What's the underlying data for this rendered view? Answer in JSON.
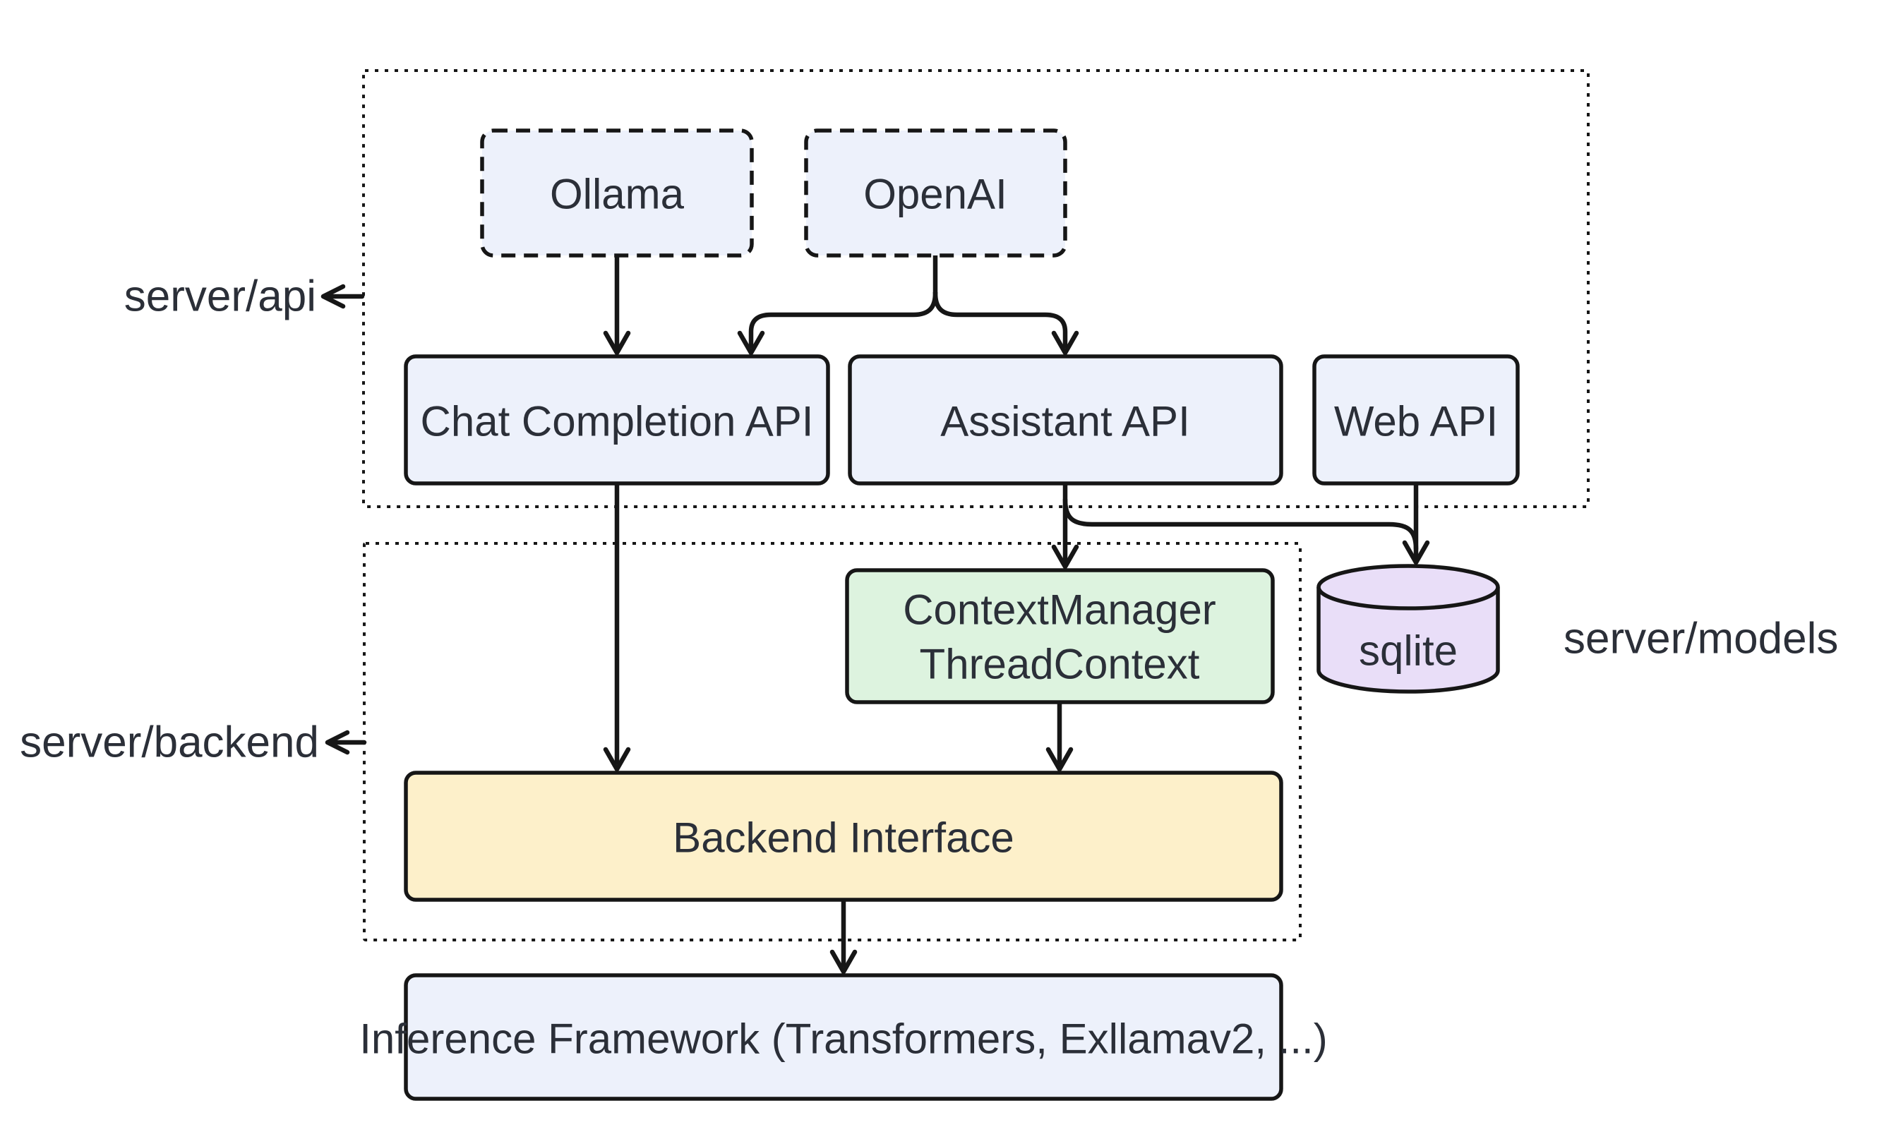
{
  "diagram": {
    "title": "",
    "containers": {
      "api_label": "server/api",
      "backend_label": "server/backend",
      "models_label": "server/models"
    },
    "nodes": {
      "ollama": "Ollama",
      "openai": "OpenAI",
      "chat_completion": "Chat Completion API",
      "assistant": "Assistant API",
      "web_api": "Web API",
      "context_manager_line1": "ContextManager",
      "context_manager_line2": "ThreadContext",
      "sqlite": "sqlite",
      "backend_interface": "Backend Interface",
      "inference": "Inference Framework (Transformers, Exllamav2, ...)"
    },
    "edges": [
      {
        "from": "Ollama",
        "to": "Chat Completion API"
      },
      {
        "from": "OpenAI",
        "to": "Chat Completion API"
      },
      {
        "from": "OpenAI",
        "to": "Assistant API"
      },
      {
        "from": "Chat Completion API",
        "to": "Backend Interface"
      },
      {
        "from": "Assistant API",
        "to": "ContextManager ThreadContext"
      },
      {
        "from": "Assistant API",
        "to": "sqlite"
      },
      {
        "from": "Web API",
        "to": "sqlite"
      },
      {
        "from": "ContextManager ThreadContext",
        "to": "Backend Interface"
      },
      {
        "from": "Backend Interface",
        "to": "Inference Framework (Transformers, Exllamav2, ...)"
      }
    ],
    "colors": {
      "node_blue": "#edf1fb",
      "node_green": "#ddf3df",
      "node_yellow": "#fdf0ca",
      "node_purple": "#e9def8",
      "stroke": "#161616",
      "text": "#2b2f38",
      "background": "#ffffff"
    }
  }
}
